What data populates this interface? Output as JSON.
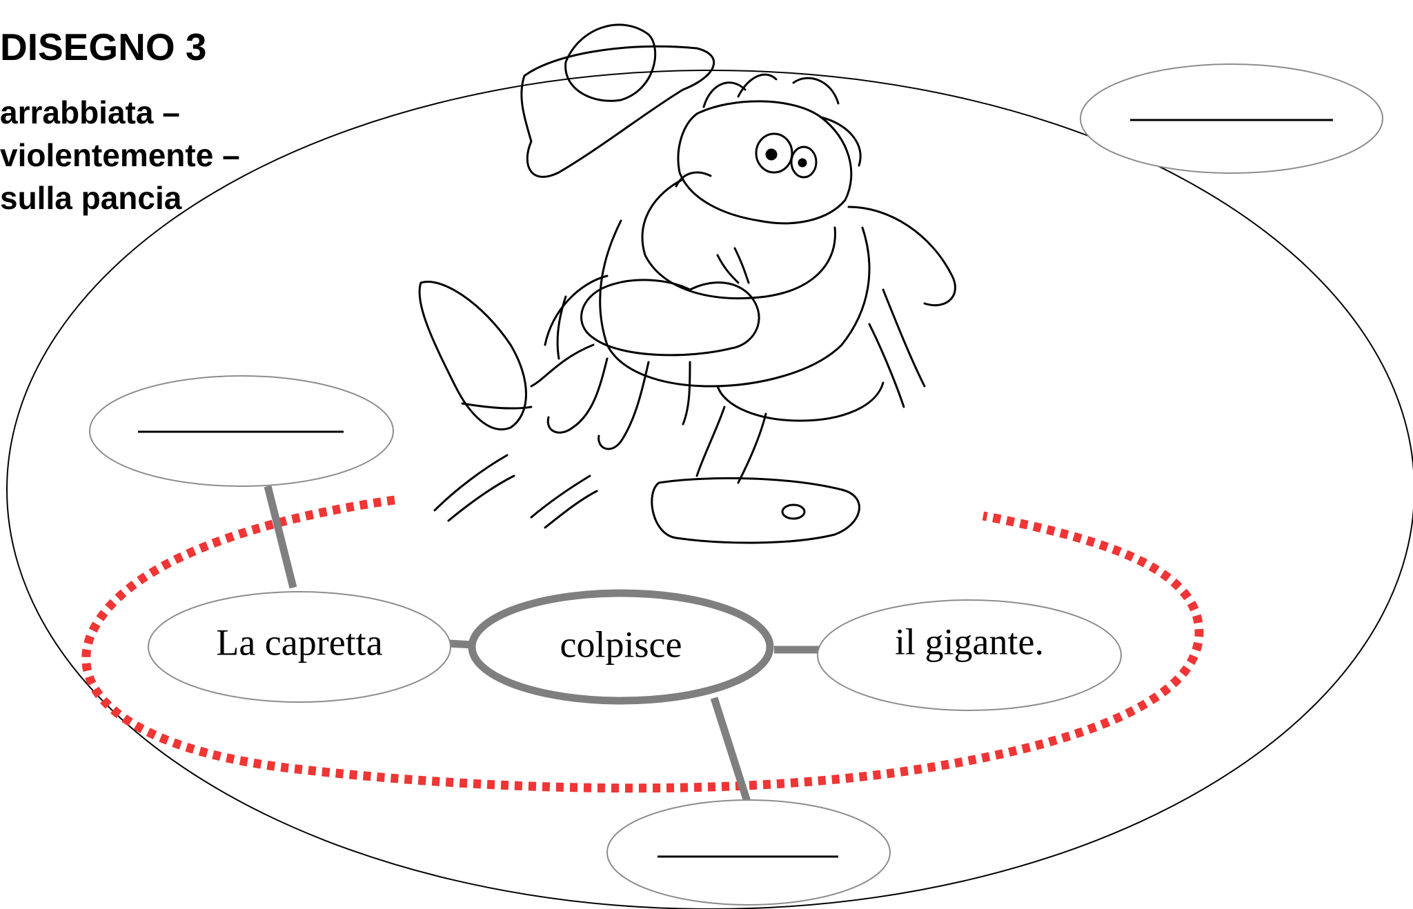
{
  "header": {
    "title": "DISEGNO 3",
    "hints": [
      "arrabbiata –",
      "violentemente –",
      "sulla pancia"
    ]
  },
  "diagram": {
    "subject": "La capretta",
    "verb": "colpisce",
    "object": "il gigante.",
    "blank": "__________"
  },
  "colors": {
    "connector": "#7f7f7f",
    "dotted_outline": "#ef3535",
    "node_border": "#8c8c8c"
  },
  "illustration": {
    "icon": "giant-kicked-by-goat-illustration"
  }
}
